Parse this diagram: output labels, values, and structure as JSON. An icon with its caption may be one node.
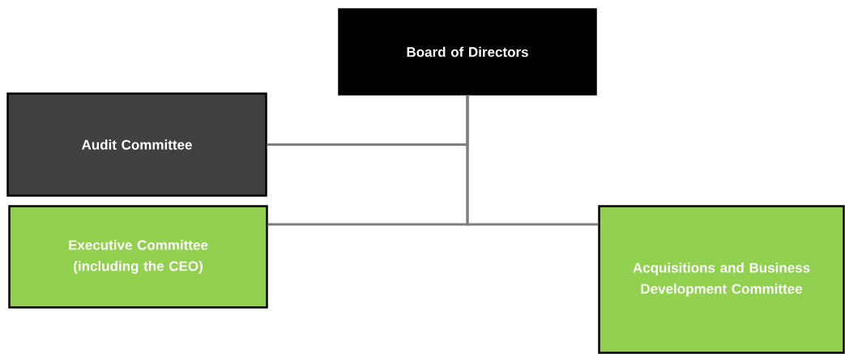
{
  "diagram": {
    "nodes": [
      {
        "text": [
          "Board of Directors"
        ]
      },
      {
        "text": [
          "Audit Committee"
        ]
      },
      {
        "text": [
          "Executive Committee (including the CEO)"
        ]
      },
      {
        "text": [
          "Acquisitions and Business Development Committee"
        ]
      }
    ],
    "edges": [
      {
        "from": 0,
        "to": 1,
        "arrow": "none"
      },
      {
        "from": 0,
        "to": 2,
        "arrow": "none"
      },
      {
        "from": 0,
        "to": 3,
        "arrow": "none"
      }
    ]
  }
}
